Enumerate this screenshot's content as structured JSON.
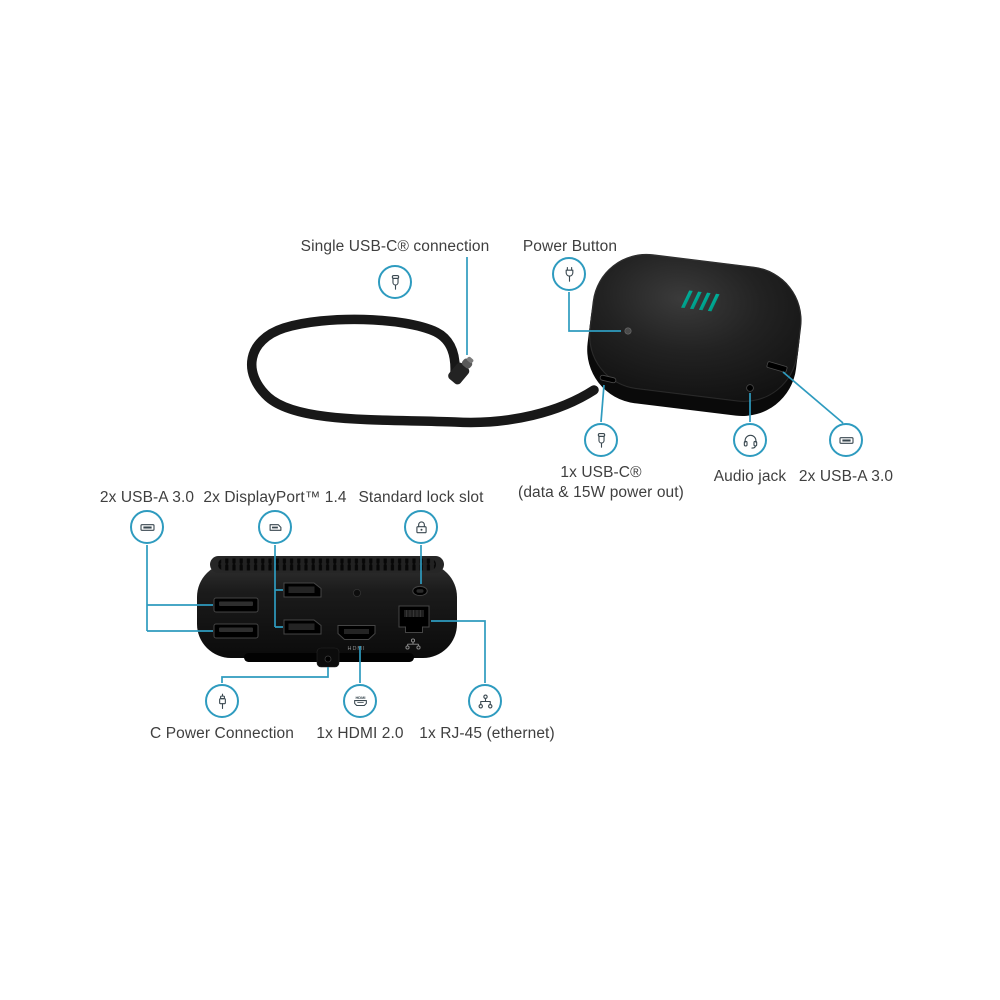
{
  "colors": {
    "callout_line": "#2E9BBF",
    "label_text": "#3F3F3F",
    "device_black": "#141414",
    "hp_logo_teal": "#00A98F"
  },
  "top_view": {
    "callouts": {
      "single_usbc": {
        "label": "Single USB-C® connection",
        "icon": "usb-c-plug-icon"
      },
      "power_button": {
        "label": "Power Button",
        "icon": "power-plug-icon"
      },
      "usbc_data": {
        "label": "1x USB-C®",
        "sublabel": "(data & 15W power out)",
        "icon": "usb-c-plug-icon"
      },
      "audio_jack": {
        "label": "Audio jack",
        "icon": "headset-icon"
      },
      "usb_a": {
        "label": "2x USB-A 3.0",
        "icon": "usb-a-port-icon"
      }
    }
  },
  "rear_view": {
    "callouts": {
      "usb_a": {
        "label": "2x USB-A 3.0",
        "icon": "usb-a-port-icon"
      },
      "displayport": {
        "label": "2x DisplayPort™ 1.4",
        "icon": "displayport-icon"
      },
      "lock_slot": {
        "label": "Standard lock slot",
        "icon": "lock-icon"
      },
      "power": {
        "label": "C Power Connection",
        "icon": "dc-plug-icon"
      },
      "hdmi": {
        "label": "1x HDMI 2.0",
        "icon": "hdmi-icon"
      },
      "rj45": {
        "label": "1x RJ-45 (ethernet)",
        "icon": "ethernet-icon"
      }
    },
    "port_markings": {
      "hdmi": "HDMI"
    }
  }
}
